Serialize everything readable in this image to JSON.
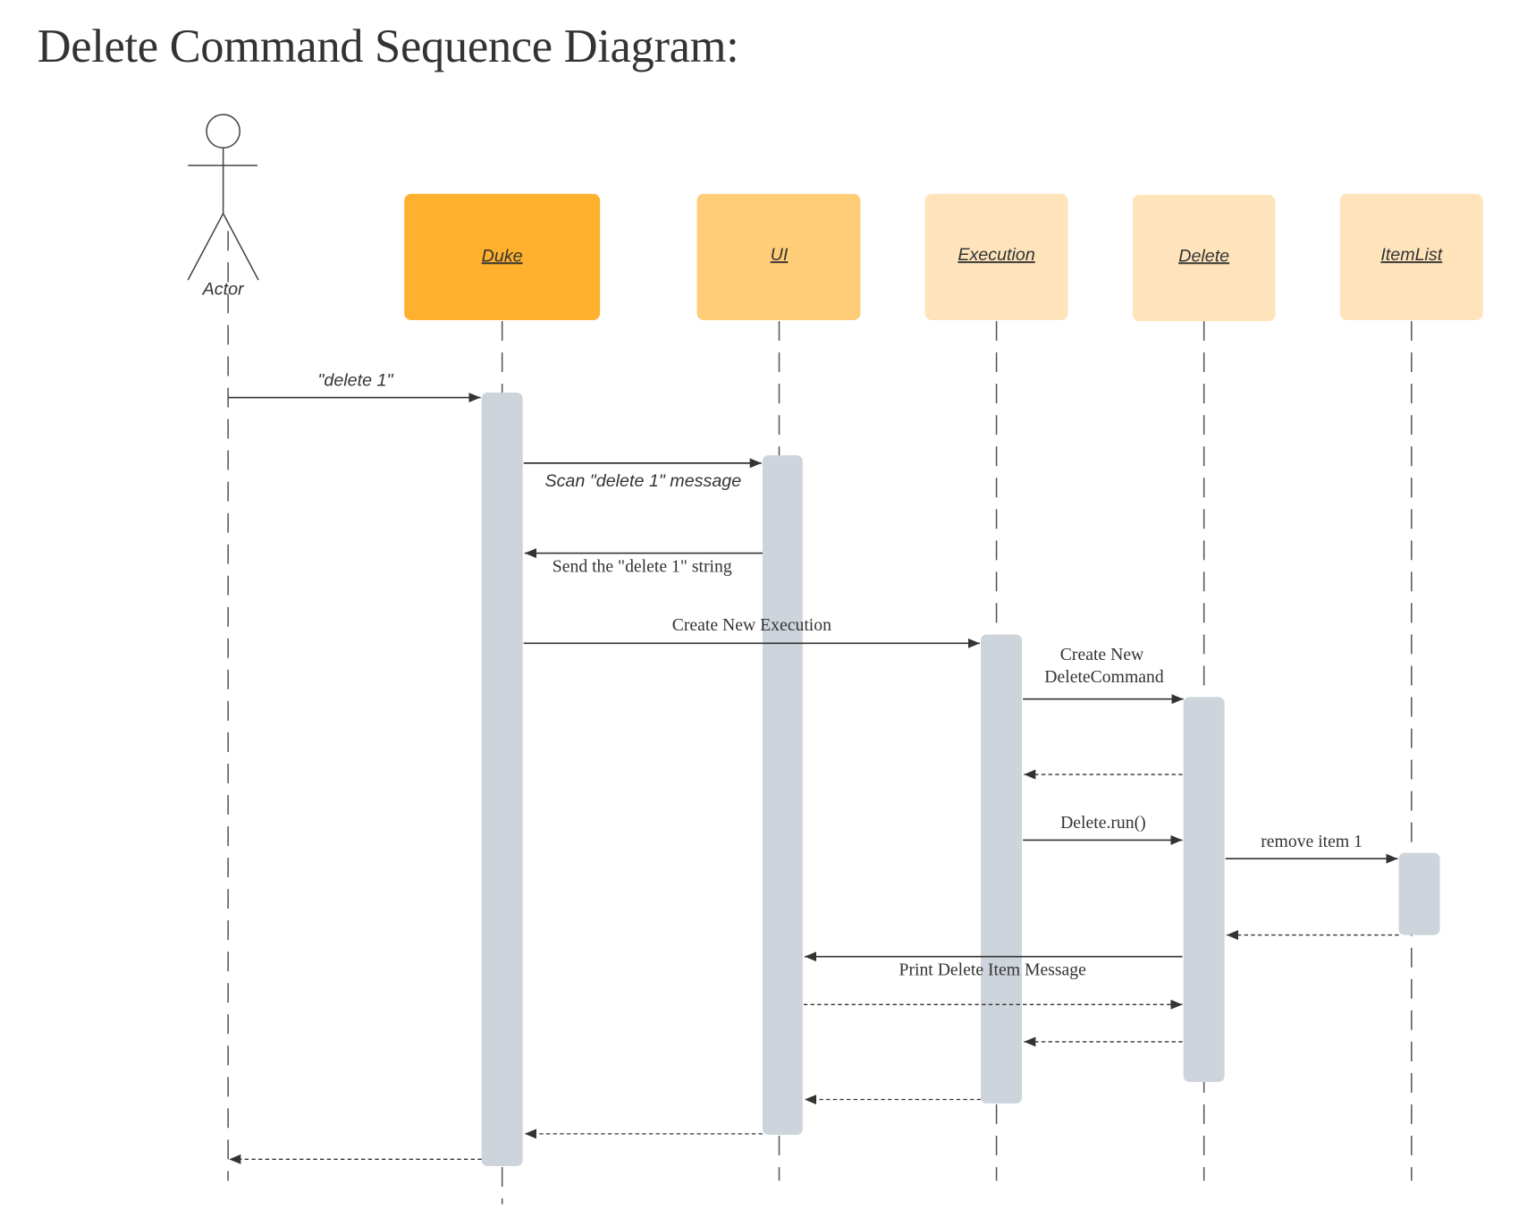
{
  "title": "Delete Command Sequence Diagram:",
  "actor": {
    "label": "Actor"
  },
  "participants": [
    {
      "id": "duke",
      "label": "Duke",
      "color": "#FFB02E"
    },
    {
      "id": "ui",
      "label": "UI",
      "color": "#FFCC77"
    },
    {
      "id": "execution",
      "label": "Execution",
      "color": "#FFE4BB"
    },
    {
      "id": "delete",
      "label": "Delete",
      "color": "#FFE4BB"
    },
    {
      "id": "itemlist",
      "label": "ItemList",
      "color": "#FFE4BB"
    }
  ],
  "colors": {
    "activation": "#CED4DC",
    "line": "#333333",
    "text": "#333333"
  },
  "messages": [
    {
      "from": "actor",
      "to": "duke",
      "label": "\"delete 1\"",
      "style": "solid",
      "kind": "call"
    },
    {
      "from": "duke",
      "to": "ui",
      "label": "Scan \"delete 1\" message",
      "style": "solid",
      "kind": "call"
    },
    {
      "from": "ui",
      "to": "duke",
      "label": "Send the \"delete 1\" string",
      "style": "solid",
      "kind": "call"
    },
    {
      "from": "duke",
      "to": "execution",
      "label": "Create New Execution",
      "style": "solid",
      "kind": "call"
    },
    {
      "from": "execution",
      "to": "delete",
      "label": "Create New\nDeleteCommand",
      "label_lines": [
        "Create New",
        "DeleteCommand"
      ],
      "style": "solid",
      "kind": "call"
    },
    {
      "from": "delete",
      "to": "execution",
      "label": "",
      "style": "dashed",
      "kind": "return"
    },
    {
      "from": "execution",
      "to": "delete",
      "label": "Delete.run()",
      "style": "solid",
      "kind": "call"
    },
    {
      "from": "delete",
      "to": "itemlist",
      "label": "remove item 1",
      "style": "solid",
      "kind": "call"
    },
    {
      "from": "itemlist",
      "to": "delete",
      "label": "",
      "style": "dashed",
      "kind": "return"
    },
    {
      "from": "delete",
      "to": "ui",
      "label": "Print Delete Item Message",
      "style": "solid",
      "kind": "call"
    },
    {
      "from": "ui",
      "to": "delete",
      "label": "",
      "style": "dashed",
      "kind": "return"
    },
    {
      "from": "delete",
      "to": "execution",
      "label": "",
      "style": "dashed",
      "kind": "return"
    },
    {
      "from": "execution",
      "to": "ui",
      "label": "",
      "style": "dashed",
      "kind": "return"
    },
    {
      "from": "ui",
      "to": "duke",
      "label": "",
      "style": "dashed",
      "kind": "return"
    },
    {
      "from": "duke",
      "to": "actor",
      "label": "",
      "style": "dashed",
      "kind": "return"
    }
  ]
}
